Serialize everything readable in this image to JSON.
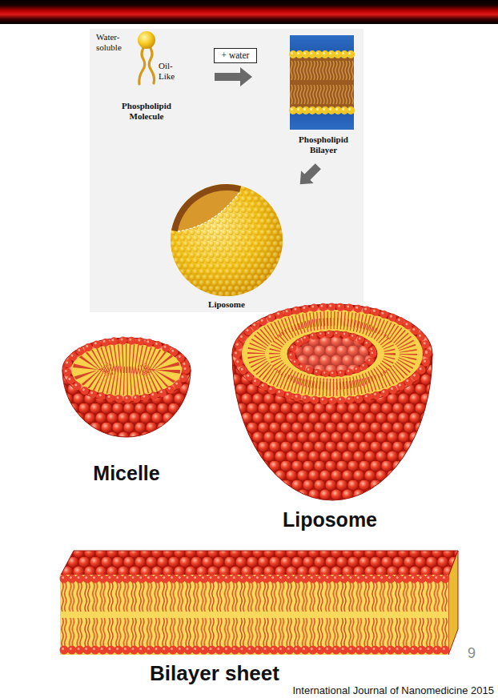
{
  "diagram": {
    "nodes": [
      {
        "text": [
          "+ water"
        ]
      }
    ],
    "labels": [
      "Water-soluble",
      "Oil-Like",
      "Phospholipid Molecule",
      "Phospholipid Bilayer",
      "Liposome",
      "Micelle",
      "Liposome",
      "Bilayer sheet",
      "9",
      "International Journal of Nanomedicine 2015"
    ]
  }
}
